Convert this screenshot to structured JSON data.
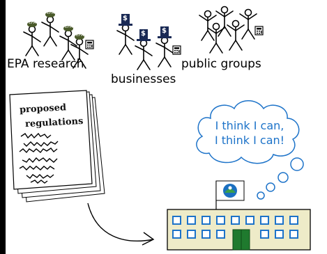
{
  "groups": {
    "epa_label": "EPA research",
    "epa_hat": "EPA",
    "businesses_label": "businesses",
    "business_hat": "$",
    "public_label": "public groups"
  },
  "document": {
    "line1": "proposed",
    "line2": "regulations"
  },
  "thought": {
    "line1": "I think I can,",
    "line2": "I think I can!"
  },
  "colors": {
    "hat": "#4a5a2a",
    "business_hat": "#1a2a55",
    "thought_text": "#1d73c9",
    "building": "#eeebc8",
    "window": "#1d73c9",
    "door": "#1f7a2e"
  }
}
